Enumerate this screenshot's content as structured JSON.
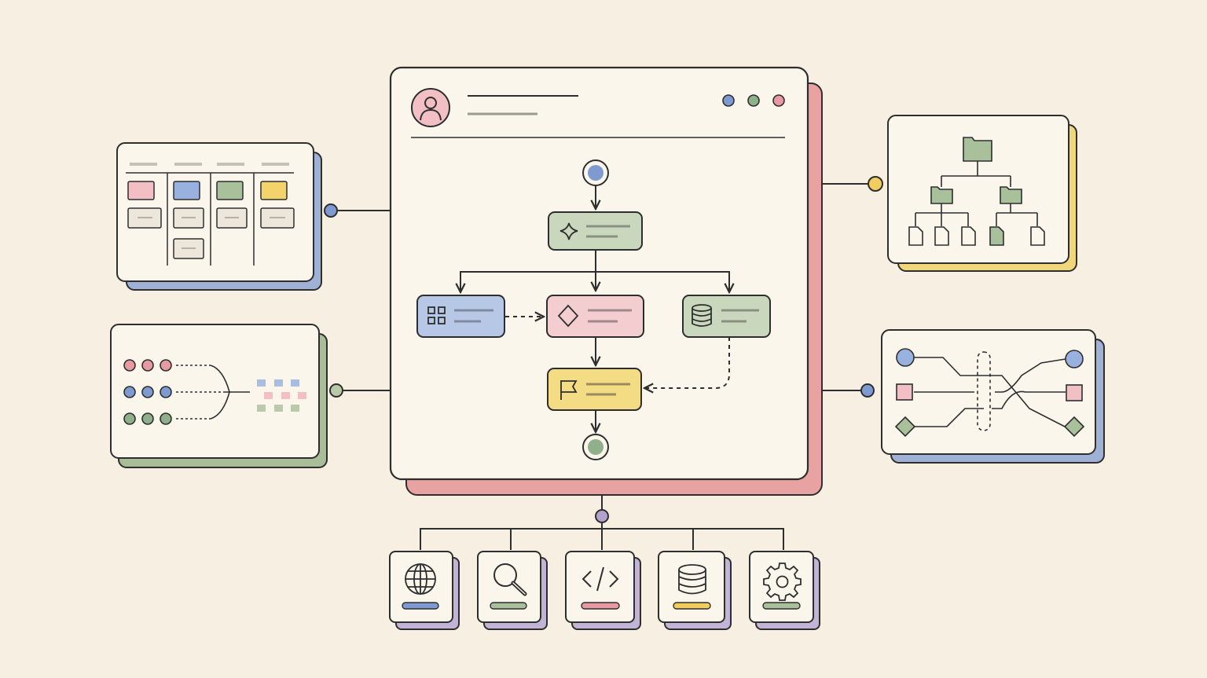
{
  "colors": {
    "background": "#f7f0e2",
    "card": "#faf6ec",
    "ink": "#2e2e2e",
    "line_muted": "#9a9a90",
    "pink": "#f2c0c4",
    "pink_shadow": "#e8a2a2",
    "blue": "#a8bde0",
    "blue_shadow": "#9fb2d6",
    "green": "#b8caa8",
    "green_shadow": "#a9bd99",
    "yellow": "#f2dc86",
    "yellow_shadow": "#f0d77c",
    "purple_shadow": "#c2b4d6",
    "node_blue": "#7f9ad0",
    "node_green": "#8fb08a",
    "node_pink": "#e79aa2",
    "node_yellow": "#f0cd5e",
    "node_purple": "#b3a2cc"
  },
  "main_window": {
    "avatar_icon": "user-icon",
    "window_dots": [
      "blue",
      "green",
      "pink"
    ],
    "flow": {
      "start": "start-node",
      "steps": [
        {
          "name": "trigger-step",
          "icon": "sparkle-icon",
          "color": "green"
        },
        {
          "name": "grid-step",
          "icon": "grid-icon",
          "color": "blue"
        },
        {
          "name": "decision-step",
          "icon": "diamond-icon",
          "color": "pink"
        },
        {
          "name": "database-step",
          "icon": "database-icon",
          "color": "green"
        },
        {
          "name": "goal-step",
          "icon": "flag-icon",
          "color": "yellow"
        }
      ],
      "end": "end-node"
    }
  },
  "side_panels": [
    {
      "name": "kanban-board-panel",
      "shadow": "blue",
      "columns": [
        "pink",
        "blue",
        "green",
        "yellow"
      ]
    },
    {
      "name": "data-merge-panel",
      "shadow": "green",
      "rows": [
        "pink",
        "blue",
        "green"
      ]
    },
    {
      "name": "file-tree-panel",
      "shadow": "yellow",
      "icon": "folder-icon"
    },
    {
      "name": "routing-panel",
      "shadow": "blue",
      "shapes": [
        "circle",
        "square",
        "diamond"
      ]
    }
  ],
  "tools": [
    {
      "name": "globe",
      "icon": "globe-icon",
      "bar": "blue"
    },
    {
      "name": "search",
      "icon": "search-icon",
      "bar": "green"
    },
    {
      "name": "code",
      "icon": "code-icon",
      "bar": "pink"
    },
    {
      "name": "database",
      "icon": "database-icon",
      "bar": "yellow"
    },
    {
      "name": "settings",
      "icon": "gear-icon",
      "bar": "green"
    }
  ]
}
